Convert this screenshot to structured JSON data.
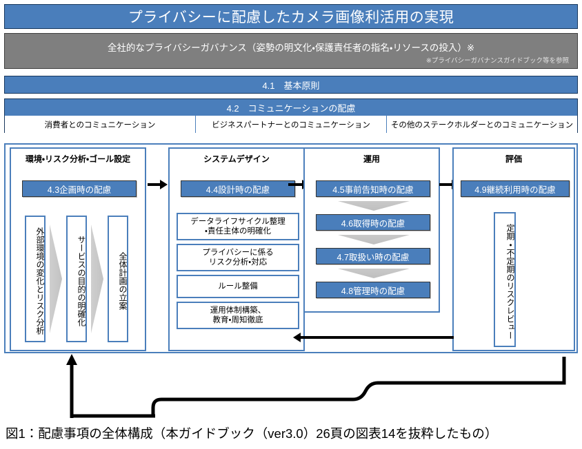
{
  "title_band": {
    "text": "プライバシーに配慮したカメラ画像利活用の実現",
    "bg": "#4a7ebb",
    "fg": "#ffffff"
  },
  "governance_band": {
    "text": "全社的なプライバシーガバナンス（姿勢の明文化・保護責任者の指名・リソースの投入）※",
    "note": "※プライバシーガバナンスガイドブック等を参照",
    "bg": "#7f7f7f",
    "fg": "#ffffff"
  },
  "principle_band": {
    "text": "4.1　基本原則",
    "bg": "#4a7ebb"
  },
  "communication": {
    "header": "4.2　コミュニケーションの配慮",
    "cells": [
      "消費者とのコミュニケーション",
      "ビジネスパートナーとのコミュニケーション",
      "その他のステークホルダーとのコミュニケーション"
    ]
  },
  "columns": [
    {
      "id": "planning",
      "title": "環境・リスク分析・ゴール設定",
      "phase": "4.3企画時の配慮",
      "vertical_items": [
        "外部環境の変化とリスク分析",
        "サービスの目的の明確化",
        "全体計画の立案"
      ]
    },
    {
      "id": "system-design",
      "title": "システムデザイン",
      "phase": "4.4設計時の配慮",
      "sub_items": [
        "データライフサイクル整理\n・責任主体の明確化",
        "プライバシーに係る\nリスク分析・対応",
        "ルール整備",
        "運用体制構築、\n教育・周知徹底"
      ]
    },
    {
      "id": "operation",
      "title": "運用",
      "phases": [
        "4.5事前告知時の配慮",
        "4.6取得時の配慮",
        "4.7取扱い時の配慮",
        "4.8管理時の配慮"
      ]
    },
    {
      "id": "evaluation",
      "title": "評価",
      "phase": "4.9継続利用時の配慮",
      "vertical_items": [
        "定期・不定期のリスクレビュー"
      ]
    }
  ],
  "caption": "図1：配慮事項の全体構成（本ガイドブック（ver3.0）26頁の図表14を抜粋したもの）",
  "colors": {
    "accent_blue": "#4a7ebb",
    "dark_blue_border": "#16365c",
    "gray_band": "#7f7f7f",
    "chevron_gray": "#c5c5c5",
    "arrow_black": "#000000"
  }
}
